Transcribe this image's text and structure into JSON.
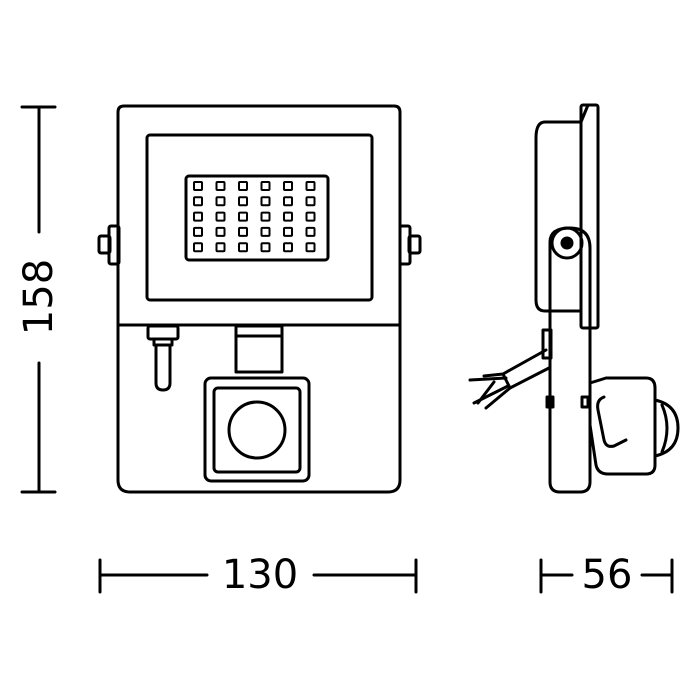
{
  "dimensions": {
    "height": "158",
    "width": "130",
    "depth": "56"
  },
  "led_grid": {
    "rows": 5,
    "cols": 6
  },
  "colors": {
    "stroke": "#000000",
    "background": "#ffffff"
  }
}
